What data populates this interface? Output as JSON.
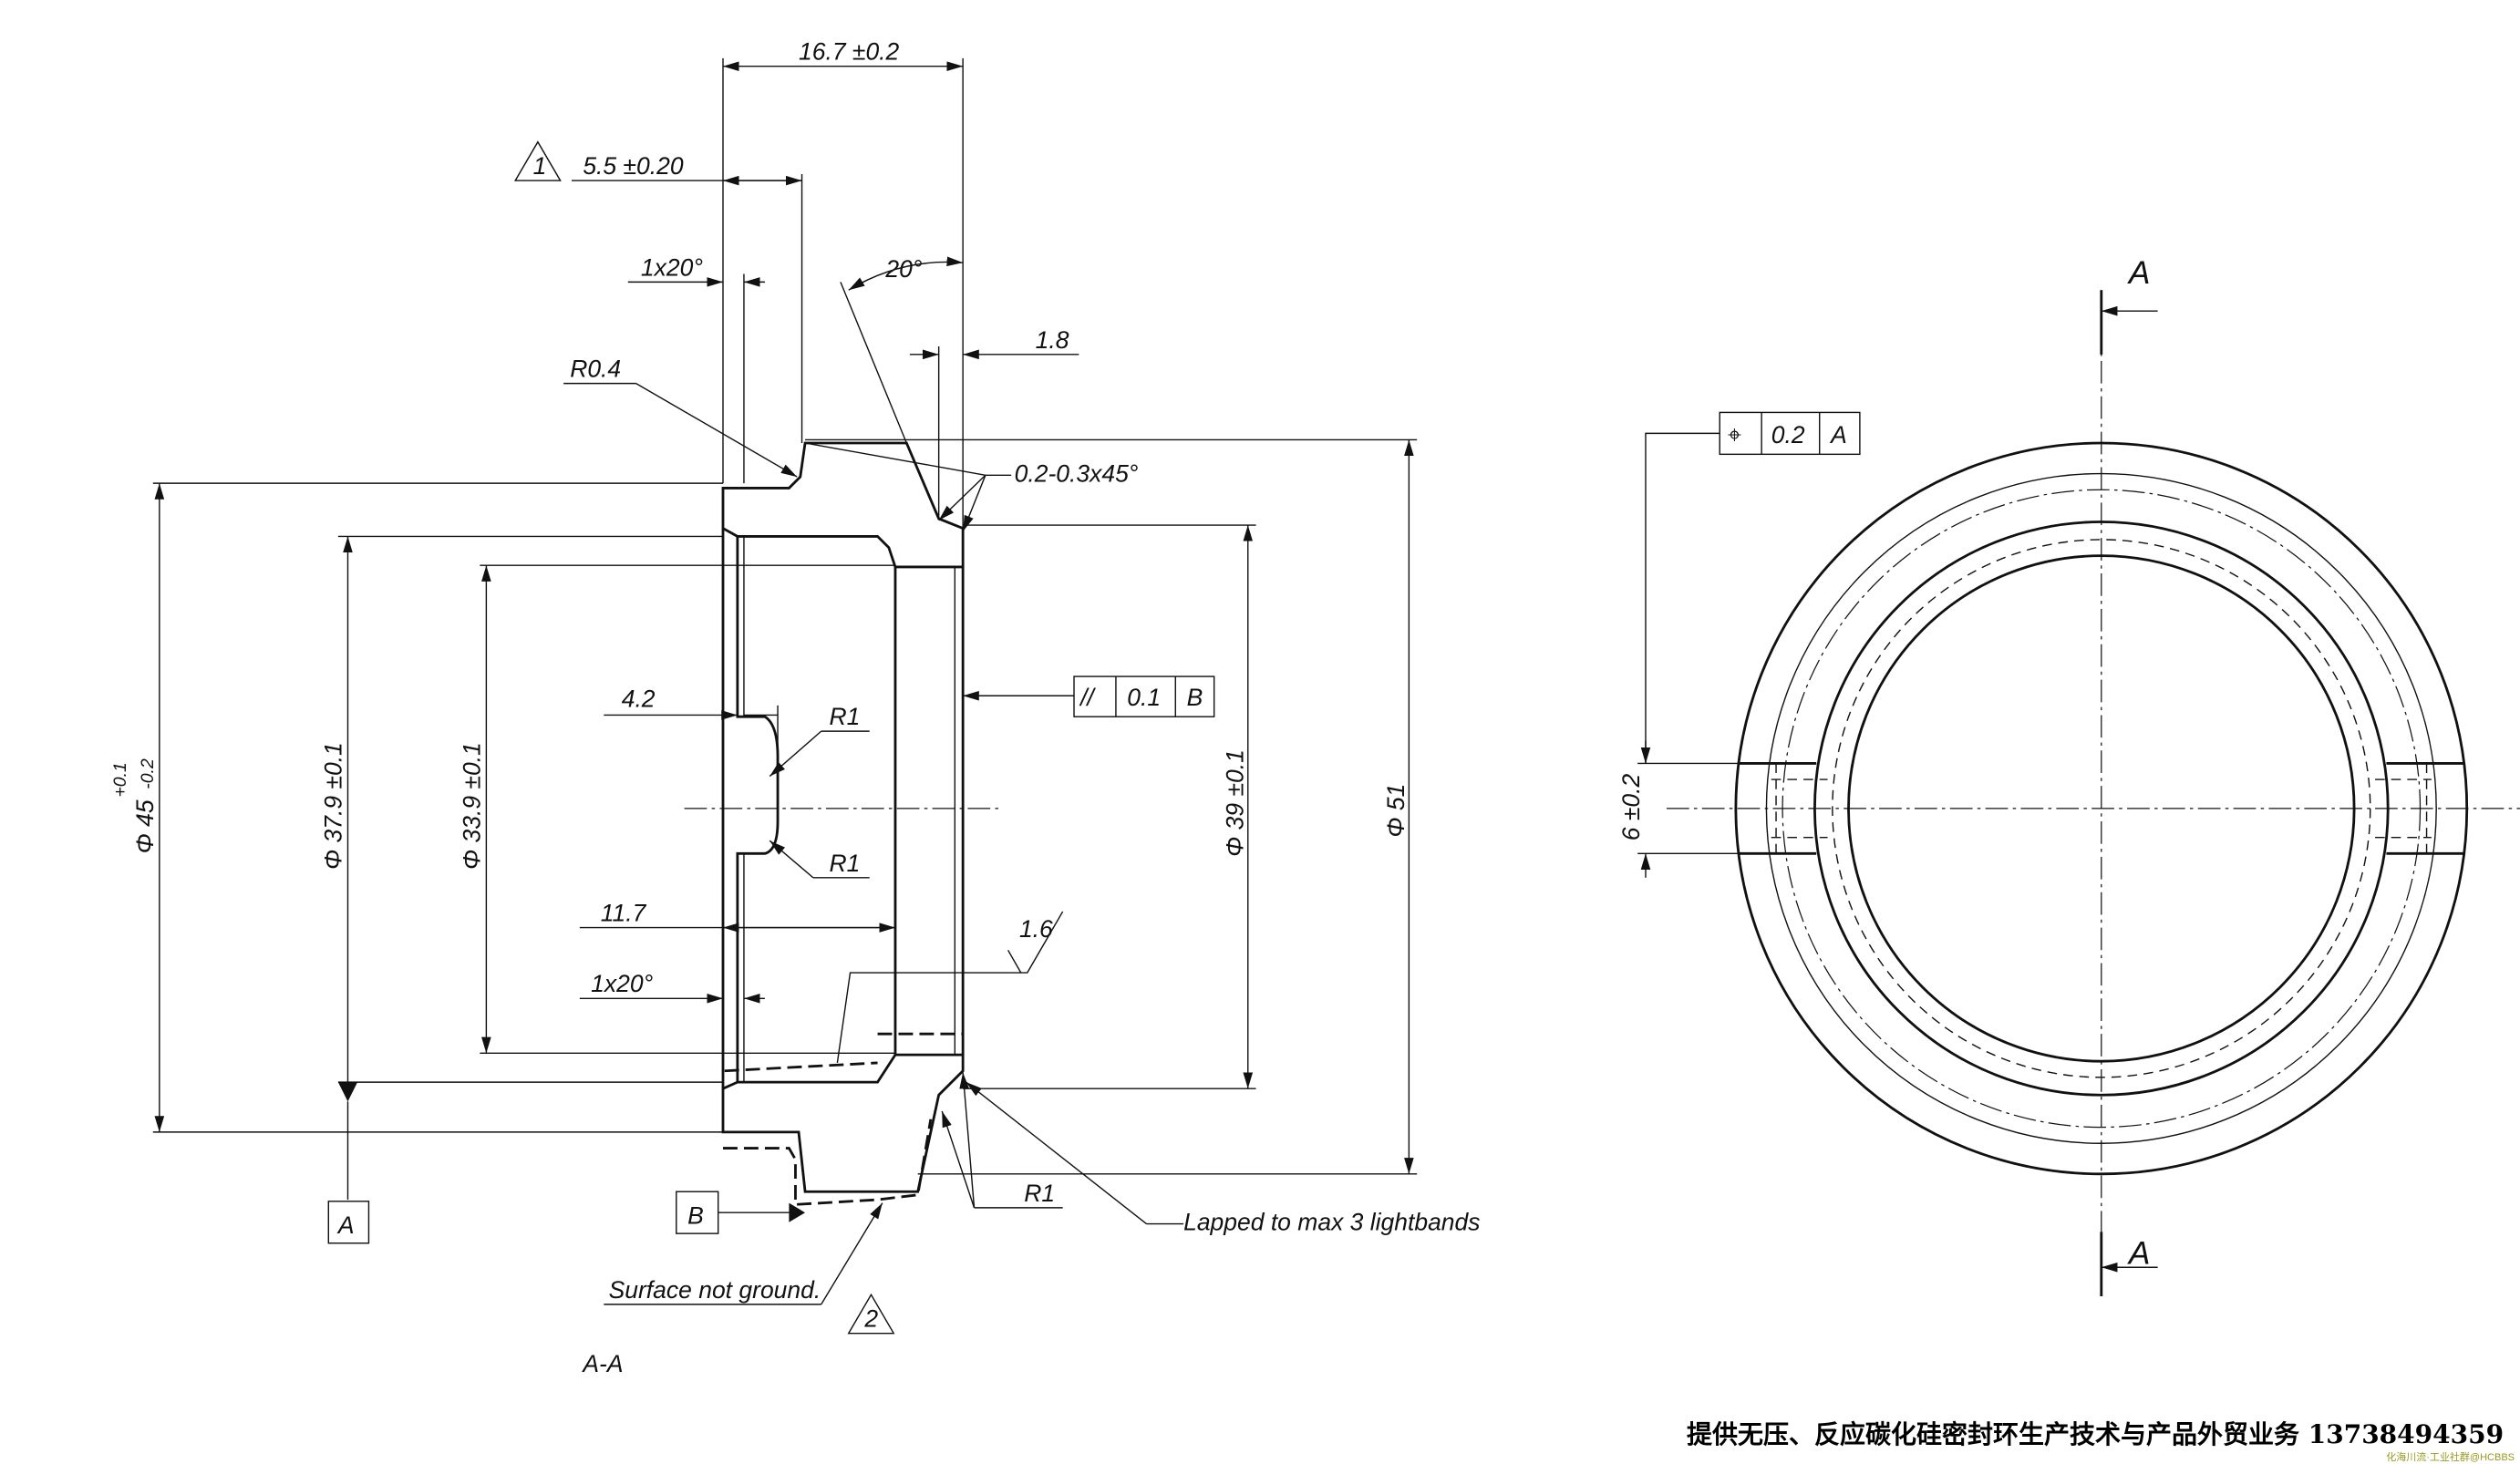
{
  "section_view": {
    "title": "A-A",
    "dims": {
      "overall_width": "16.7 ±0.2",
      "flange_width": "5.5 ±0.20",
      "chamfer_top": "1x20°",
      "angle": "20°",
      "step": "1.8",
      "radius_top": "R0.4",
      "edge_chamfer": "0.2-0.3x45°",
      "groove_depth": "4.2",
      "groove_radius_1": "R1",
      "groove_radius_2": "R1",
      "bore_length": "11.7",
      "chamfer_bottom": "1x20°",
      "roughness": "1.6",
      "radius_bottom": "R1",
      "dia_45": "Φ 45",
      "dia_45_upper_tol": "+0.1",
      "dia_45_lower_tol": "-0.2",
      "dia_37_9": "Φ 37.9 ±0.1",
      "dia_33_9": "Φ 33.9 ±0.1",
      "dia_39": "Φ 39 ±0.1",
      "dia_51": "Φ 51"
    },
    "notes": {
      "note_1_marker": "1",
      "note_2_marker": "2",
      "surface_not_ground": "Surface not ground.",
      "lapped": "Lapped to max 3 lightbands"
    },
    "datums": {
      "a": "A",
      "b": "B"
    },
    "parallelism_frame": {
      "symbol": "//",
      "value": "0.1",
      "datum": "B"
    }
  },
  "end_view": {
    "section_label_top": "A",
    "section_label_bottom": "A",
    "position_frame": {
      "symbol": "⌖",
      "value": "0.2",
      "datum": "A"
    },
    "slot_width": "6 ±0.2"
  },
  "footer": {
    "text": "提供无压、反应碳化硅密封环生产技术与产品外贸业务  13738494359",
    "watermark": "化海川流·工业社群@HCBBS"
  }
}
